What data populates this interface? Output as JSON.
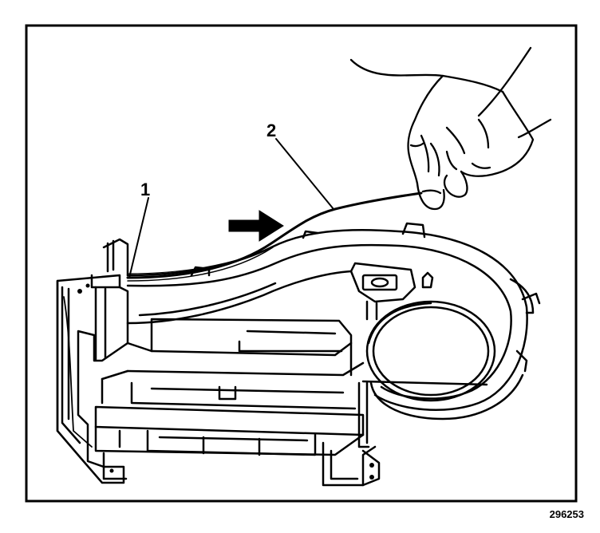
{
  "callouts": {
    "one": "1",
    "two": "2"
  },
  "figure_number": "296253",
  "colors": {
    "ink": "#000000",
    "background": "#ffffff"
  }
}
